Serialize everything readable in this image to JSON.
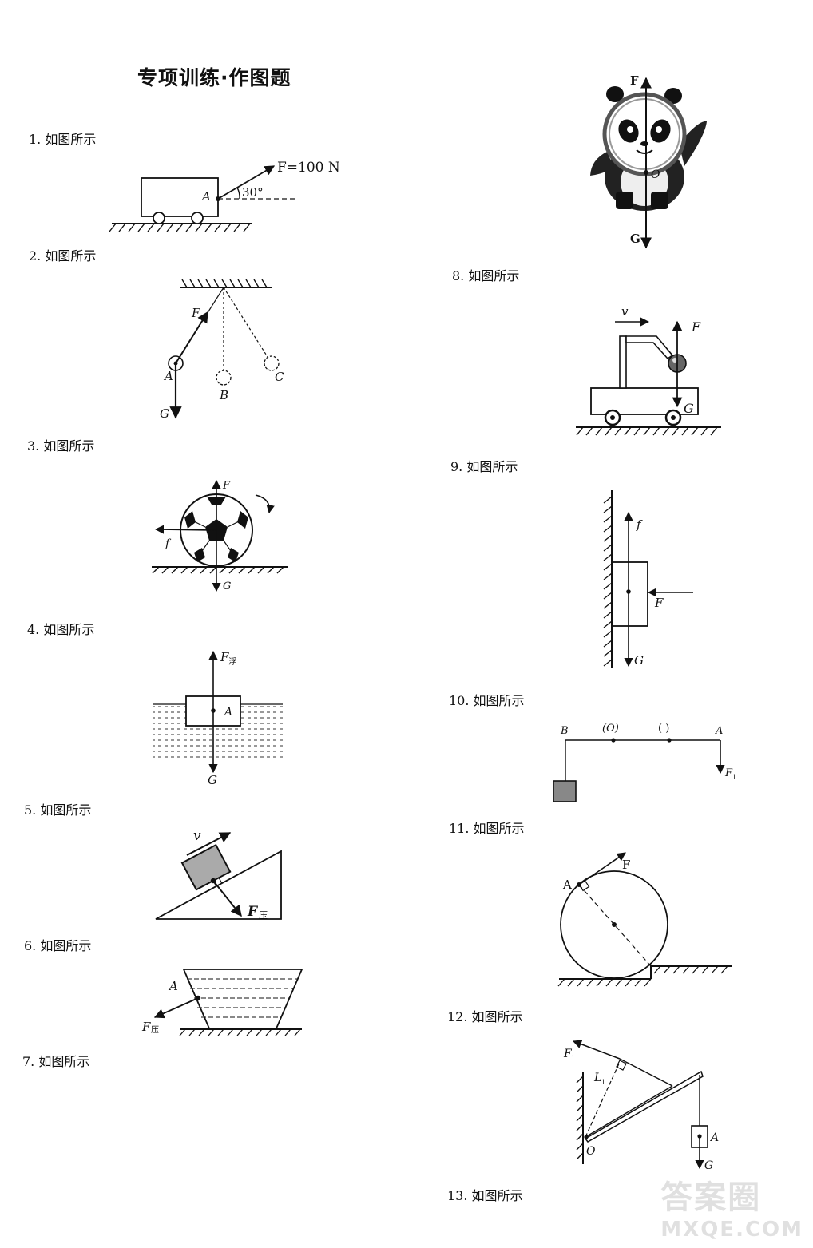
{
  "title": "专项训练·作图题",
  "captions": {
    "c1": "1. 如图所示",
    "c2": "2. 如图所示",
    "c3": "3. 如图所示",
    "c4": "4. 如图所示",
    "c5": "5. 如图所示",
    "c6": "6. 如图所示",
    "c7": "7. 如图所示",
    "c8": "8. 如图所示",
    "c9": "9. 如图所示",
    "c10": "10. 如图所示",
    "c11": "11. 如图所示",
    "c12": "12. 如图所示",
    "c13": "13. 如图所示"
  },
  "labels": {
    "f1_force": "F=100 N",
    "f1_point": "A",
    "f1_angle": "30°",
    "f2_F": "F",
    "f2_A": "A",
    "f2_B": "B",
    "f2_C": "C",
    "f2_G": "G",
    "f3_F": "F",
    "f3_f": "f",
    "f3_G": "G",
    "f4_F": "F",
    "f4_Fsub": "浮",
    "f4_A": "A",
    "f4_G": "G",
    "f5_v": "v",
    "f5_F": "F",
    "f5_Fsub": "压",
    "f6_A": "A",
    "f6_F": "F",
    "f6_Fsub": "压",
    "f7_F": "F",
    "f7_O": "O",
    "f7_G": "G",
    "f8_v": "v",
    "f8_F": "F",
    "f8_G": "G",
    "f9_f": "f",
    "f9_F": "F",
    "f9_G": "G",
    "f10_B": "B",
    "f10_O": "(O)",
    "f10_blank": "(  )",
    "f10_A": "A",
    "f10_F": "F",
    "f10_Fsub": "1",
    "f11_A": "A",
    "f11_F": "F",
    "f12_F": "F",
    "f12_Fsub": "1",
    "f12_L": "L",
    "f12_Lsub": "1",
    "f12_O": "O",
    "f12_A": "A",
    "f12_G": "G"
  },
  "watermark": {
    "line1": "答案圈",
    "line2": "MXQE.COM"
  }
}
